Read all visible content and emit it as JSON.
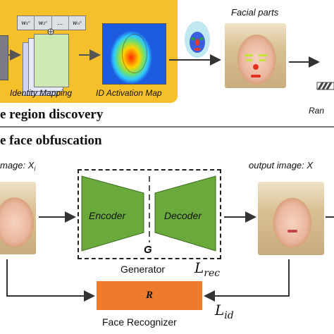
{
  "top": {
    "weight_cells": [
      "w₁ᶜ",
      "w₂ᶜ",
      "…",
      "wₙᶜ"
    ],
    "identity_mapping_label": "Identity Mapping",
    "id_activation_map_label": "ID Activation Map",
    "facial_parts_label": "Facial parts",
    "ran_label": "Ran",
    "section_title": "e region discovery"
  },
  "bottom": {
    "section_title": "e face obfuscation",
    "input_label": "mage: X",
    "input_sub": "i",
    "output_label": "output image: X",
    "encoder_label": "Encoder",
    "decoder_label": "Decoder",
    "g_label": "G",
    "generator_label": "Generator",
    "l_rec_main": "L",
    "l_rec_sub": "rec",
    "recognizer_box_label": "R",
    "recognizer_label": "Face Recognizer",
    "l_id_main": "L",
    "l_id_sub": "id"
  },
  "colors": {
    "yellow_panel": "#f5c02a",
    "encoder_green": "#6aa93b",
    "recognizer_orange": "#ee7a2e"
  }
}
